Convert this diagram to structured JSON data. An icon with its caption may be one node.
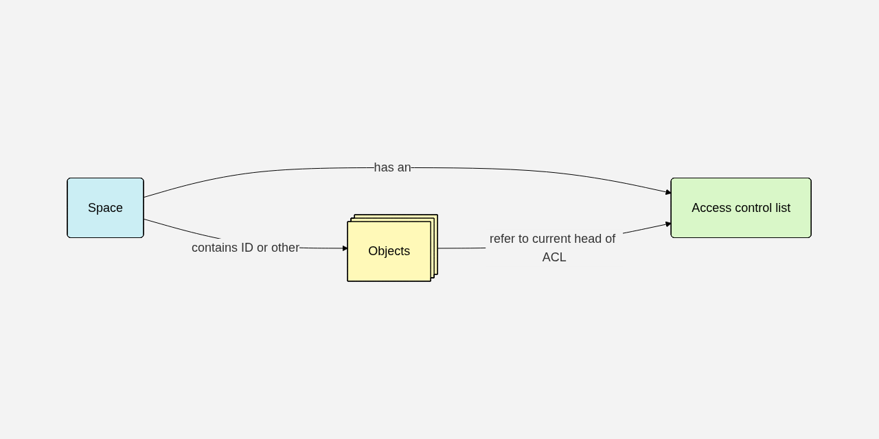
{
  "diagram": {
    "nodes": [
      {
        "text": [
          "Space"
        ]
      },
      {
        "text": [
          "Access control list"
        ]
      },
      {
        "text": [
          "Objects"
        ]
      }
    ],
    "edges": [
      {
        "from": 0,
        "to": 1,
        "arrow": "to",
        "label": "has an"
      },
      {
        "from": 0,
        "to": 2,
        "arrow": "to",
        "label": "contains ID or other"
      },
      {
        "from": 2,
        "to": 1,
        "arrow": "to",
        "label": "refer to current head of ACL"
      }
    ]
  }
}
